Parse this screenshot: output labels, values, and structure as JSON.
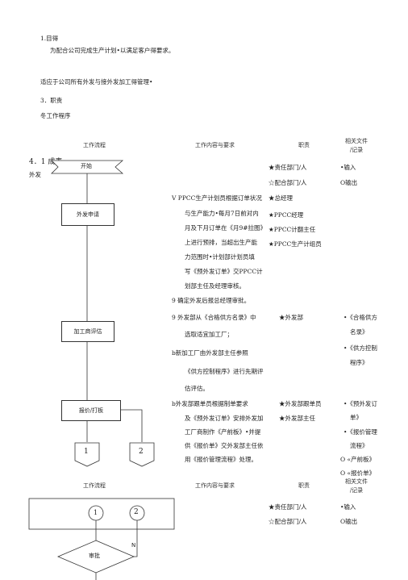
{
  "intro": {
    "purpose_heading": "1.目得",
    "purpose_text": "为配合公司完成生产计划•以满足客户得要求。",
    "scope_text": "适应于公司所有外发与接外发加工得管理•",
    "duty_heading": "3．职责",
    "procedure_heading": "冬工作程序"
  },
  "table1": {
    "headers": {
      "flow": "工作流程",
      "content": "工作内容与要求",
      "duty": "职责",
      "docs": "相关文件\n/记录"
    },
    "side_label_a": "4．1 成表",
    "side_label_b": "外发",
    "nodes": {
      "start": "开始",
      "apply": "外发申请",
      "evaluate": "加工商评估",
      "quote": "报价/打板",
      "conn1": "1",
      "conn2": "2"
    },
    "row1": {
      "duty": [
        "★责任部门/人",
        "☆配合部门/人"
      ],
      "docs": [
        "•输入",
        "O输出"
      ]
    },
    "row2": {
      "content": [
        "V PPCC生产计划员根据订单状况",
        "与生产能力•每月7日前对内",
        "月及下月订单在《月9#拉图》",
        "上进行预排，当超出生产能",
        "力范围时•计划部计划员填",
        "写《预外发订单》交PPCC计",
        "划部主任及经理审核。",
        "9 确定外发后报总经理审批。"
      ],
      "duty": [
        "★总经理",
        "★PPCC经理",
        "★PPCC计翻主任",
        "★PPCC生产计组员"
      ]
    },
    "row3": {
      "content": [
        "9 外发部从《合格供方名录》中",
        "选取适宜加工厂；",
        "b新加工厂由外发部主任参照",
        "《供方控制程序》进行先期评",
        "估评估。"
      ],
      "duty": [
        "★外发部"
      ],
      "docs": [
        "•《合格供方",
        "名录》",
        "•《供方控制",
        "程序》"
      ]
    },
    "row4": {
      "content": [
        "b外发部跟单员根据制单要求",
        "及《预外发订单》安排外发加",
        "工厂商制作《产前板》•并提",
        "供《报价单》交外发部主任依",
        "用《报价管理流程》处理。"
      ],
      "duty": [
        "★外发部跟单员",
        "★外发部主任"
      ],
      "docs": [
        "•《预外发订",
        "单》",
        "•《报价管理",
        "流程》",
        "O «产前板》",
        "O «报价单》"
      ]
    }
  },
  "table2": {
    "headers": {
      "flow": "工作流程",
      "content": "工作内容与要求",
      "duty": "职责",
      "docs": "相关文件\n/记录"
    },
    "nodes": {
      "conn1": "1",
      "conn2": "2",
      "decision": "审批",
      "no_label": "N"
    },
    "row1": {
      "duty": [
        "★责任部门/人",
        "☆配合部门/人"
      ],
      "docs": [
        "•输入",
        "O输出"
      ]
    }
  }
}
